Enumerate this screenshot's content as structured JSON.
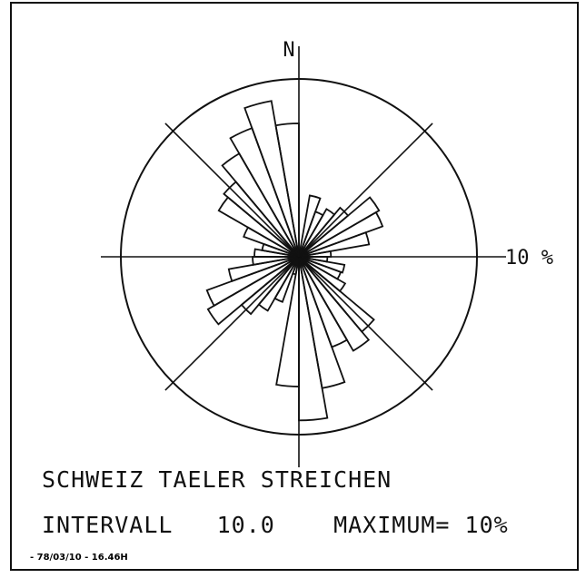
{
  "chart_data": {
    "type": "rose",
    "title": "SCHWEIZ TAELER STREICHEN",
    "north_label": "N",
    "scale_label": "10 %",
    "max_percent": 10,
    "interval_deg": 10,
    "bins_start_deg": [
      0,
      10,
      20,
      30,
      40,
      50,
      60,
      70,
      80,
      90,
      100,
      110,
      120,
      130,
      140,
      150,
      160,
      170,
      180,
      190,
      200,
      210,
      220,
      230,
      240,
      250,
      260,
      270,
      280,
      290,
      300,
      310,
      320,
      330,
      340,
      350
    ],
    "values_percent": [
      0.2,
      3.5,
      2.7,
      3.1,
      3.6,
      5.2,
      5.0,
      4.0,
      1.8,
      1.6,
      2.6,
      2.5,
      3.0,
      5.5,
      6.1,
      5.4,
      7.5,
      9.2,
      7.3,
      1.0,
      2.7,
      3.5,
      4.2,
      5.9,
      5.5,
      4.0,
      2.6,
      2.5,
      2.1,
      3.3,
      5.2,
      5.5,
      6.7,
      7.7,
      8.9,
      7.5
    ]
  },
  "caption": {
    "title": "SCHWEIZ TAELER STREICHEN",
    "interval_label": "INTERVALL",
    "interval_value": "10.0",
    "maximum_label": "MAXIMUM=",
    "maximum_value": "10%"
  },
  "stamp": "- 78/03/10 - 16.46H"
}
